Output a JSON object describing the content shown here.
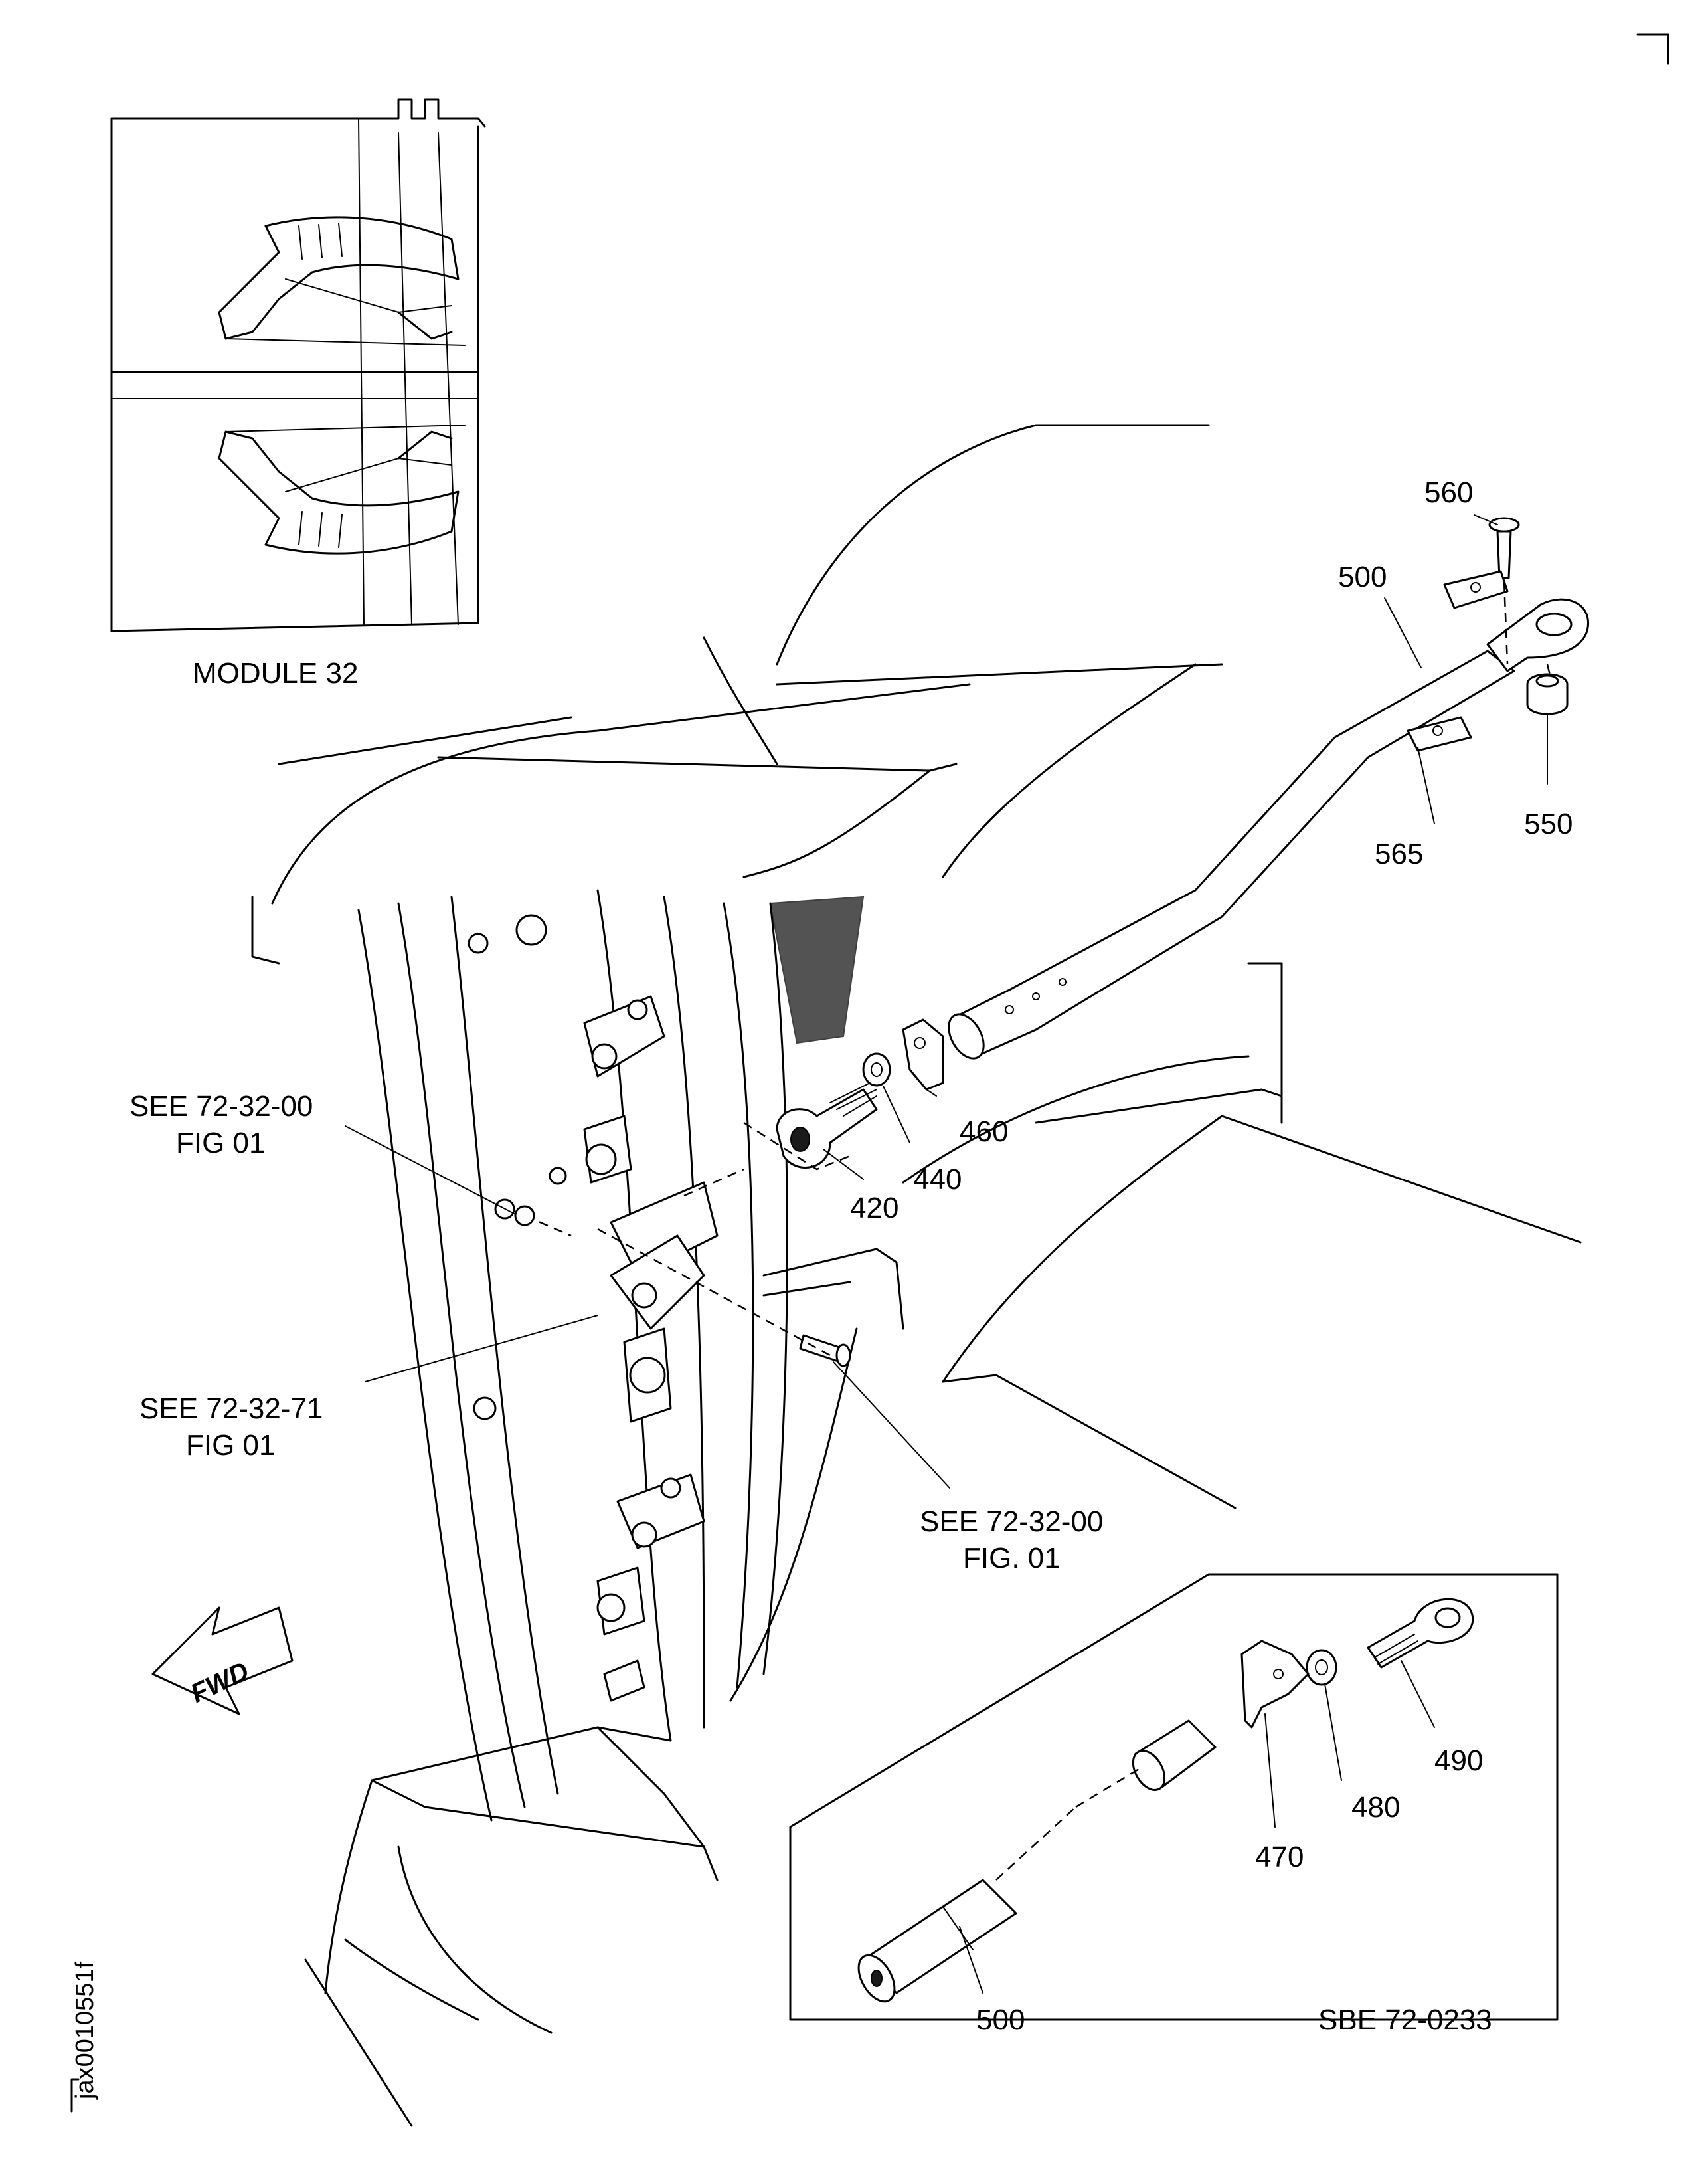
{
  "figure_id": "jax0010551f",
  "inset_module_label": "MODULE 32",
  "fwd_arrow_label": "FWD",
  "callouts": {
    "p560": "560",
    "p500": "500",
    "p565": "565",
    "p550": "550",
    "p460": "460",
    "p440": "440",
    "p420": "420",
    "p490": "490",
    "p480": "480",
    "p470": "470",
    "p500b": "500"
  },
  "references": {
    "ref1_line1": "SEE  72-32-00",
    "ref1_line2": "FIG  01",
    "ref2_line1": "SEE  72-32-71",
    "ref2_line2": "FIG  01",
    "ref3_line1": "SEE  72-32-00",
    "ref3_line2": "FIG. 01"
  },
  "detail_box_label": "SBE  72-0233"
}
